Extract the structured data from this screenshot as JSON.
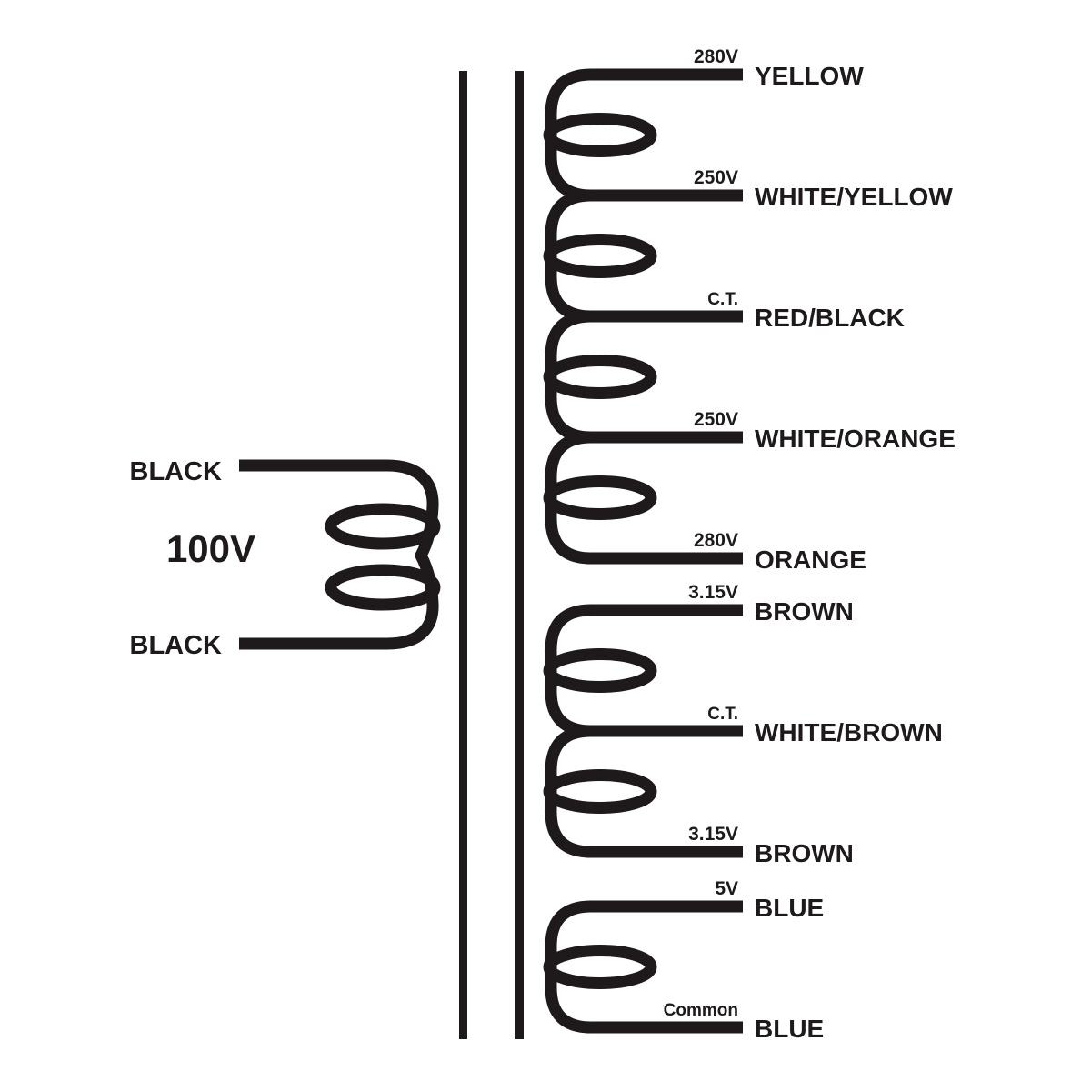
{
  "diagram": {
    "type": "transformer-wiring-schematic",
    "colors": {
      "ink": "#1e1a1b",
      "background": "#ffffff"
    },
    "primary": {
      "voltage_label": "100V",
      "top_lead": "BLACK",
      "bottom_lead": "BLACK"
    },
    "secondary_taps": [
      {
        "tap_label": "280V",
        "wire_color": "YELLOW"
      },
      {
        "tap_label": "250V",
        "wire_color": "WHITE/YELLOW"
      },
      {
        "tap_label": "C.T.",
        "wire_color": "RED/BLACK"
      },
      {
        "tap_label": "250V",
        "wire_color": "WHITE/ORANGE"
      },
      {
        "tap_label": "280V",
        "wire_color": "ORANGE"
      },
      {
        "tap_label": "3.15V",
        "wire_color": "BROWN"
      },
      {
        "tap_label": "C.T.",
        "wire_color": "WHITE/BROWN"
      },
      {
        "tap_label": "3.15V",
        "wire_color": "BROWN"
      },
      {
        "tap_label": "5V",
        "wire_color": "BLUE"
      },
      {
        "tap_label": "Common",
        "wire_color": "BLUE"
      }
    ]
  }
}
